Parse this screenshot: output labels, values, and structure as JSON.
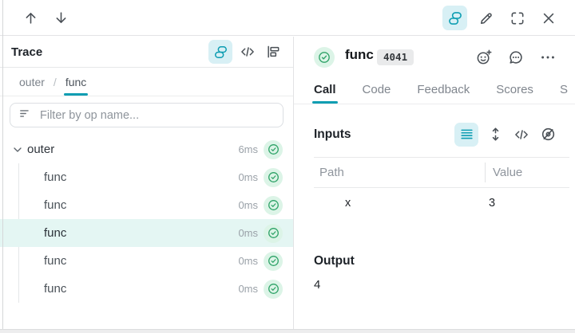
{
  "colors": {
    "accent_teal": "#0d9db2",
    "accent_teal_bg": "#d8f0f5",
    "success_green": "#2fa368",
    "success_green_bg": "#dcf4e7",
    "selected_row_bg": "#e4f6f3"
  },
  "topbar": {
    "icons": [
      "arrow-up",
      "arrow-down",
      "stack-traces",
      "edit-pencil",
      "fullscreen",
      "close"
    ]
  },
  "trace_panel": {
    "title": "Trace",
    "view_icons": [
      "stack-view",
      "code-view",
      "flame-graph-view"
    ],
    "breadcrumb": {
      "parent": "outer",
      "separator": "/",
      "current": "func"
    },
    "filter": {
      "placeholder": "Filter by op name...",
      "icon": "filter-lines"
    },
    "tree": [
      {
        "label": "outer",
        "duration": "6ms",
        "status": "success"
      },
      {
        "label": "func",
        "duration": "0ms",
        "status": "success"
      },
      {
        "label": "func",
        "duration": "0ms",
        "status": "success"
      },
      {
        "label": "func",
        "duration": "0ms",
        "status": "success",
        "selected": true
      },
      {
        "label": "func",
        "duration": "0ms",
        "status": "success"
      },
      {
        "label": "func",
        "duration": "0ms",
        "status": "success"
      }
    ]
  },
  "call_panel": {
    "status_icon": "check-circle",
    "title": "func",
    "call_count_badge": "4041",
    "header_icons": [
      "add-reaction",
      "comment",
      "more-options"
    ],
    "tabs": [
      {
        "label": "Call",
        "active": true
      },
      {
        "label": "Code"
      },
      {
        "label": "Feedback"
      },
      {
        "label": "Scores"
      },
      {
        "label": "S"
      }
    ],
    "inputs": {
      "title": "Inputs",
      "toolbar_icons": [
        "list-view",
        "expand-vertical",
        "code-view",
        "hide-values"
      ],
      "columns": {
        "path": "Path",
        "value": "Value"
      },
      "rows": [
        {
          "path": "x",
          "value": "3"
        }
      ]
    },
    "output": {
      "title": "Output",
      "value": "4"
    }
  }
}
